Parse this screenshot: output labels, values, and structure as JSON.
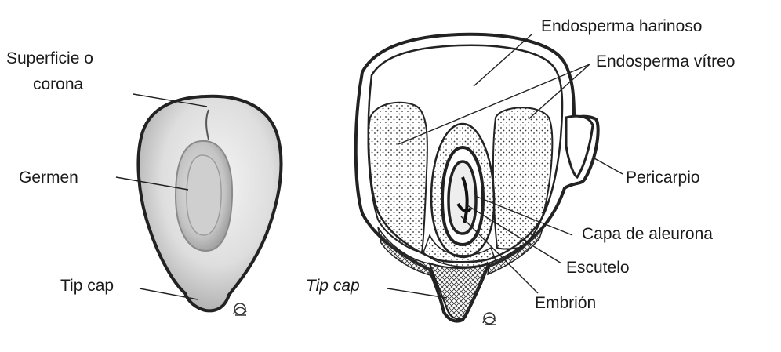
{
  "labels": {
    "superficie_line1": "Superficie o",
    "superficie_line2": "corona",
    "germen": "Germen",
    "tip_cap_left": "Tip cap",
    "endosperma_harinoso": "Endosperma harinoso",
    "endosperma_vitreo": "Endosperma vítreo",
    "pericarpio": "Pericarpio",
    "capa_aleurona": "Capa de aleurona",
    "escutelo": "Escutelo",
    "tip_cap_right": "Tip cap",
    "embrion": "Embrión"
  },
  "colors": {
    "ink": "#222222",
    "kernel_shade": "#d9d9d9",
    "germ_shade": "#bdbdbd",
    "paper": "#ffffff"
  },
  "icons": {
    "artist_signature": "signature-glyph"
  }
}
